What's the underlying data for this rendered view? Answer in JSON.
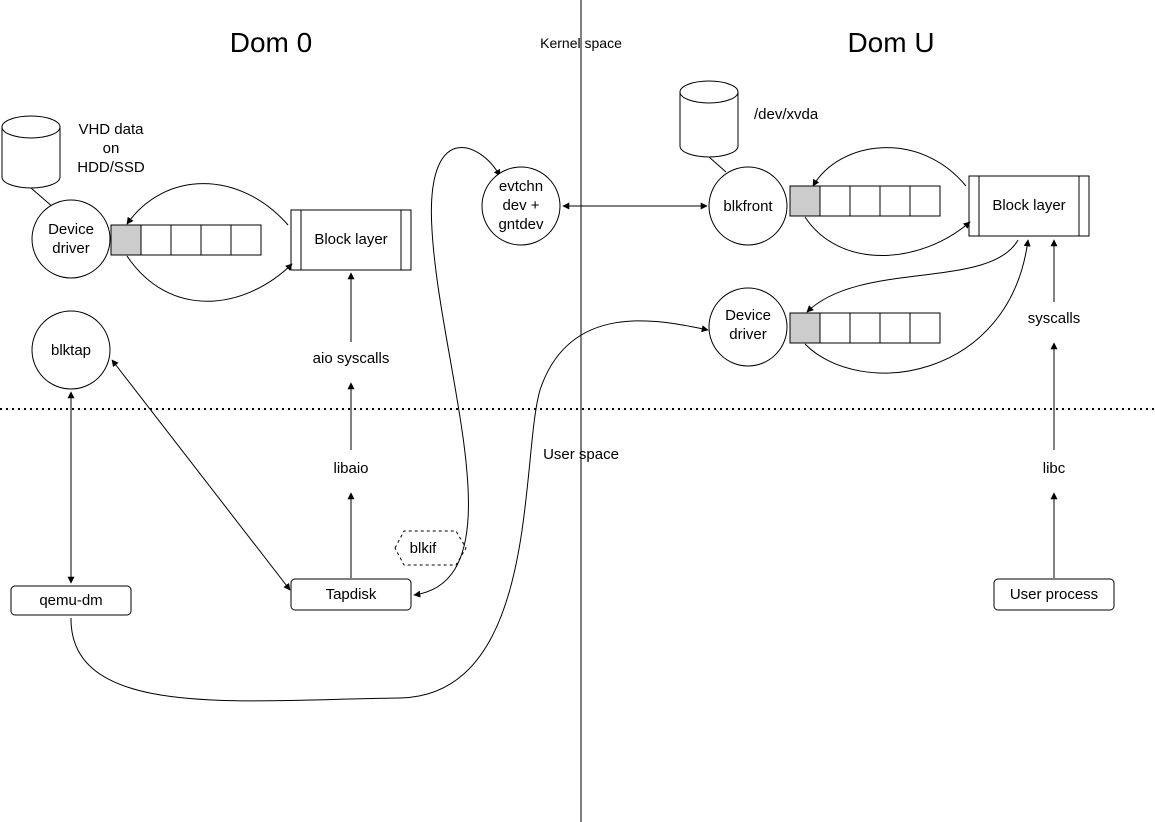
{
  "titles": {
    "dom0": "Dom 0",
    "domu": "Dom U",
    "kernel_space": "Kernel space",
    "user_space": "User space"
  },
  "dom0": {
    "vhd_line1": "VHD data",
    "vhd_line2": "on",
    "vhd_line3": "HDD/SSD",
    "device_driver_line1": "Device",
    "device_driver_line2": "driver",
    "block_layer": "Block layer",
    "blktap": "blktap",
    "aio_syscalls": "aio syscalls",
    "libaio": "libaio",
    "blkif": "blkif",
    "tapdisk": "Tapdisk",
    "qemu_dm": "qemu-dm"
  },
  "middle": {
    "evtchn_line1": "evtchn",
    "evtchn_line2": "dev +",
    "evtchn_line3": "gntdev"
  },
  "domu": {
    "dev_xvda": "/dev/xvda",
    "blkfront": "blkfront",
    "block_layer": "Block layer",
    "device_driver_line1": "Device",
    "device_driver_line2": "driver",
    "syscalls": "syscalls",
    "libc": "libc",
    "user_process": "User process"
  },
  "colors": {
    "line": "#000000",
    "queue_head_fill": "#cccccc",
    "background": "#ffffff"
  }
}
